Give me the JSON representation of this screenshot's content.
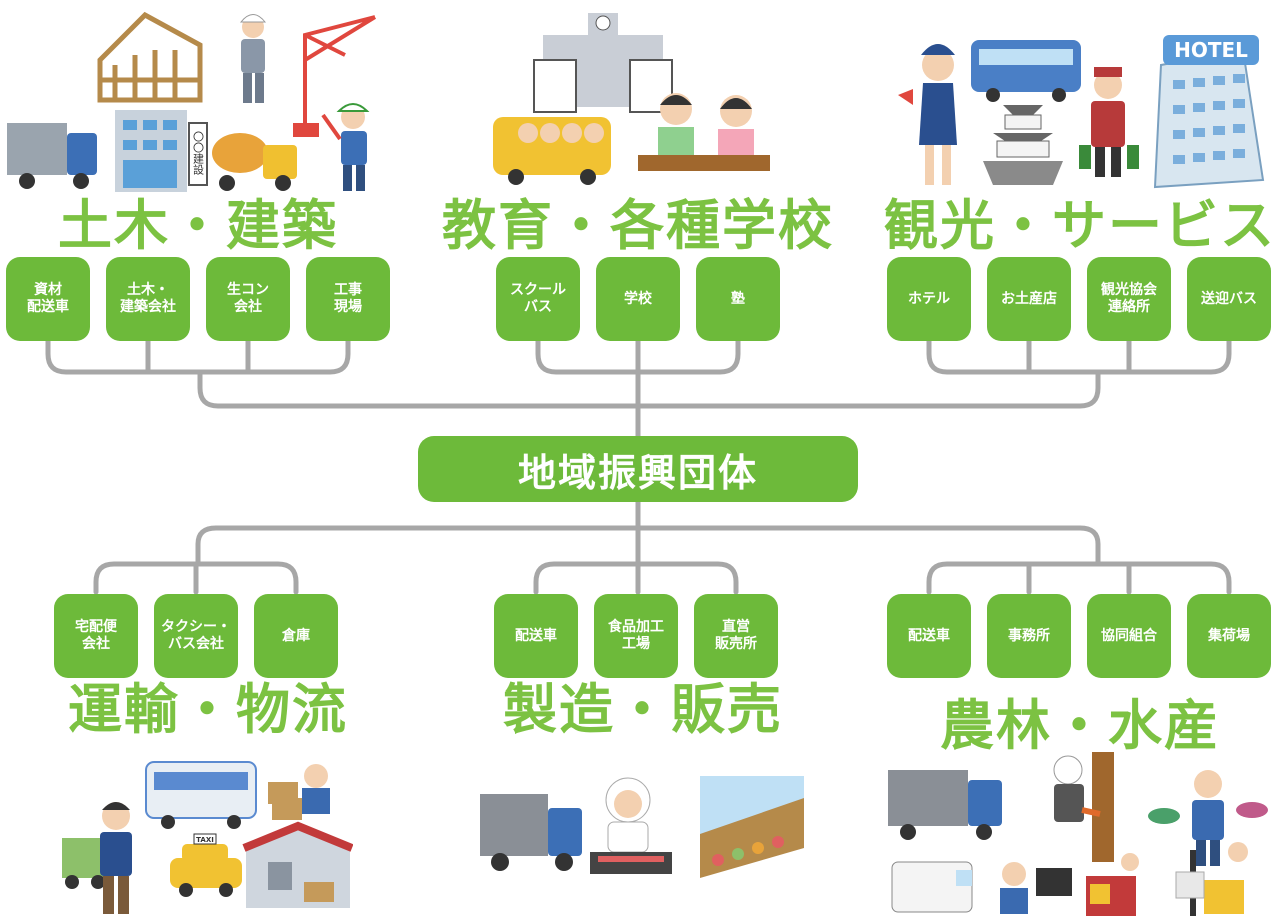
{
  "hub": {
    "label": "地域振興団体"
  },
  "groups": [
    {
      "title": "土木・建築",
      "nodes": [
        "資材\n配送車",
        "土木・\n建築会社",
        "生コン\n会社",
        "工事\n現場"
      ]
    },
    {
      "title": "教育・各種学校",
      "nodes": [
        "スクール\nバス",
        "学校",
        "塾"
      ]
    },
    {
      "title": "観光・サービス",
      "nodes": [
        "ホテル",
        "お土産店",
        "観光協会\n連絡所",
        "送迎バス"
      ]
    },
    {
      "title": "運輸・物流",
      "nodes": [
        "宅配便\n会社",
        "タクシー・\nバス会社",
        "倉庫"
      ]
    },
    {
      "title": "製造・販売",
      "nodes": [
        "配送車",
        "食品加工\n工場",
        "直営\n販売所"
      ]
    },
    {
      "title": "農林・水産",
      "nodes": [
        "配送車",
        "事務所",
        "協同組合",
        "集荷場"
      ]
    }
  ],
  "illustrations": {
    "building": {
      "sign": "〇〇建設"
    },
    "hotel": {
      "sign": "HOTEL"
    },
    "taxi": {
      "sign": "TAXI"
    }
  },
  "colors": {
    "accent_green": "#6dba3a",
    "title_green": "#7cc242",
    "line_gray": "#a7a7a7"
  }
}
